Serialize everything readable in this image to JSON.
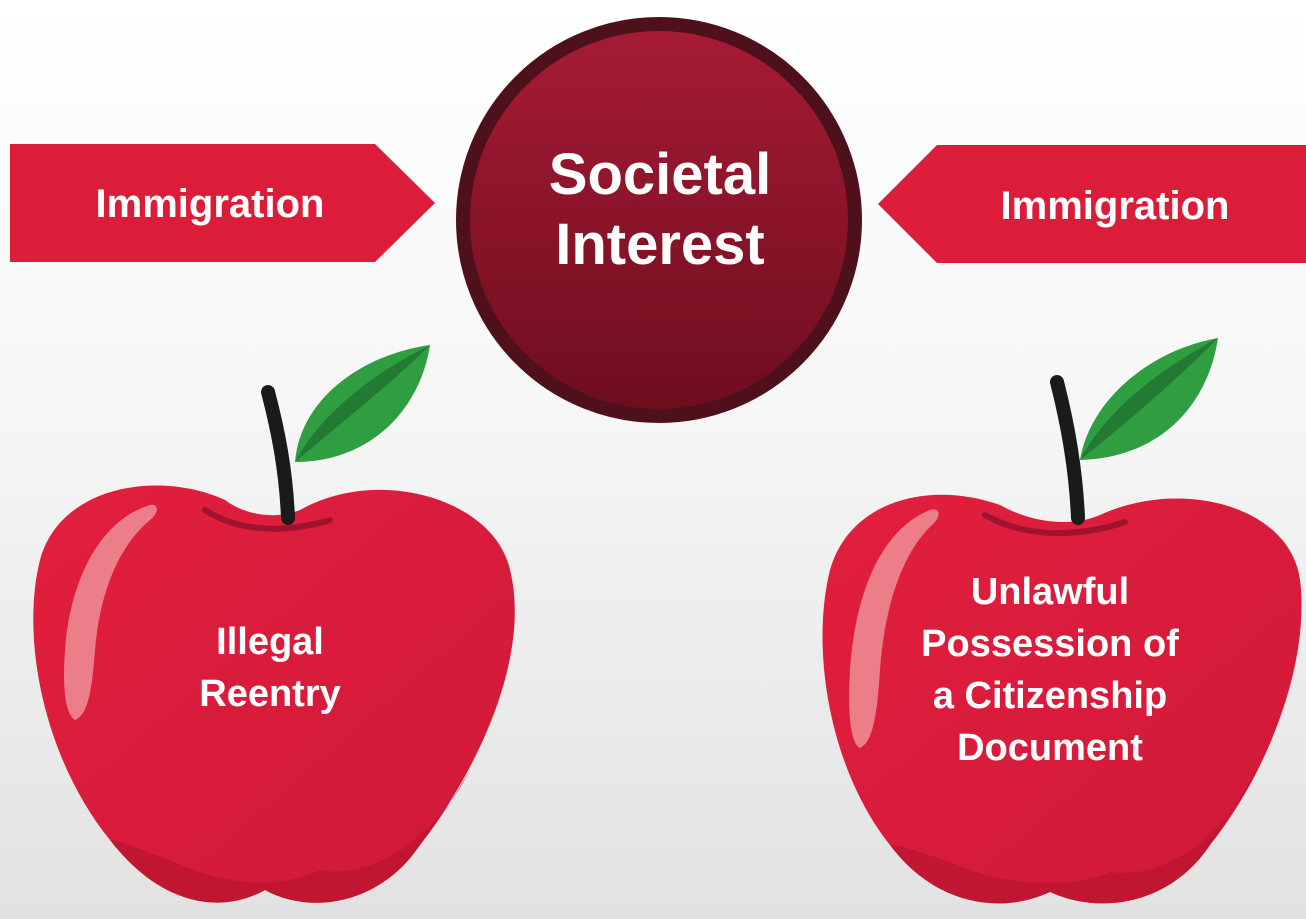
{
  "arrows": {
    "left": {
      "label": "Immigration"
    },
    "right": {
      "label": "Immigration"
    }
  },
  "center": {
    "line1": "Societal",
    "line2": "Interest"
  },
  "apples": {
    "left": {
      "line1": "Illegal",
      "line2": "Reentry"
    },
    "right": {
      "line1": "Unlawful",
      "line2": "Possession of",
      "line3": "a Citizenship",
      "line4": "Document"
    }
  },
  "colors": {
    "arrow": "#dc1d3a",
    "circle_top": "#a71b35",
    "circle_bottom": "#6d0d1e",
    "circle_border": "#4e111b",
    "apple": "#dd1b3a",
    "leaf": "#2f9e41",
    "stem": "#1a1a1a",
    "text": "#ffffff"
  },
  "icons": [
    "apple-icon",
    "leaf-icon",
    "stem-icon"
  ]
}
